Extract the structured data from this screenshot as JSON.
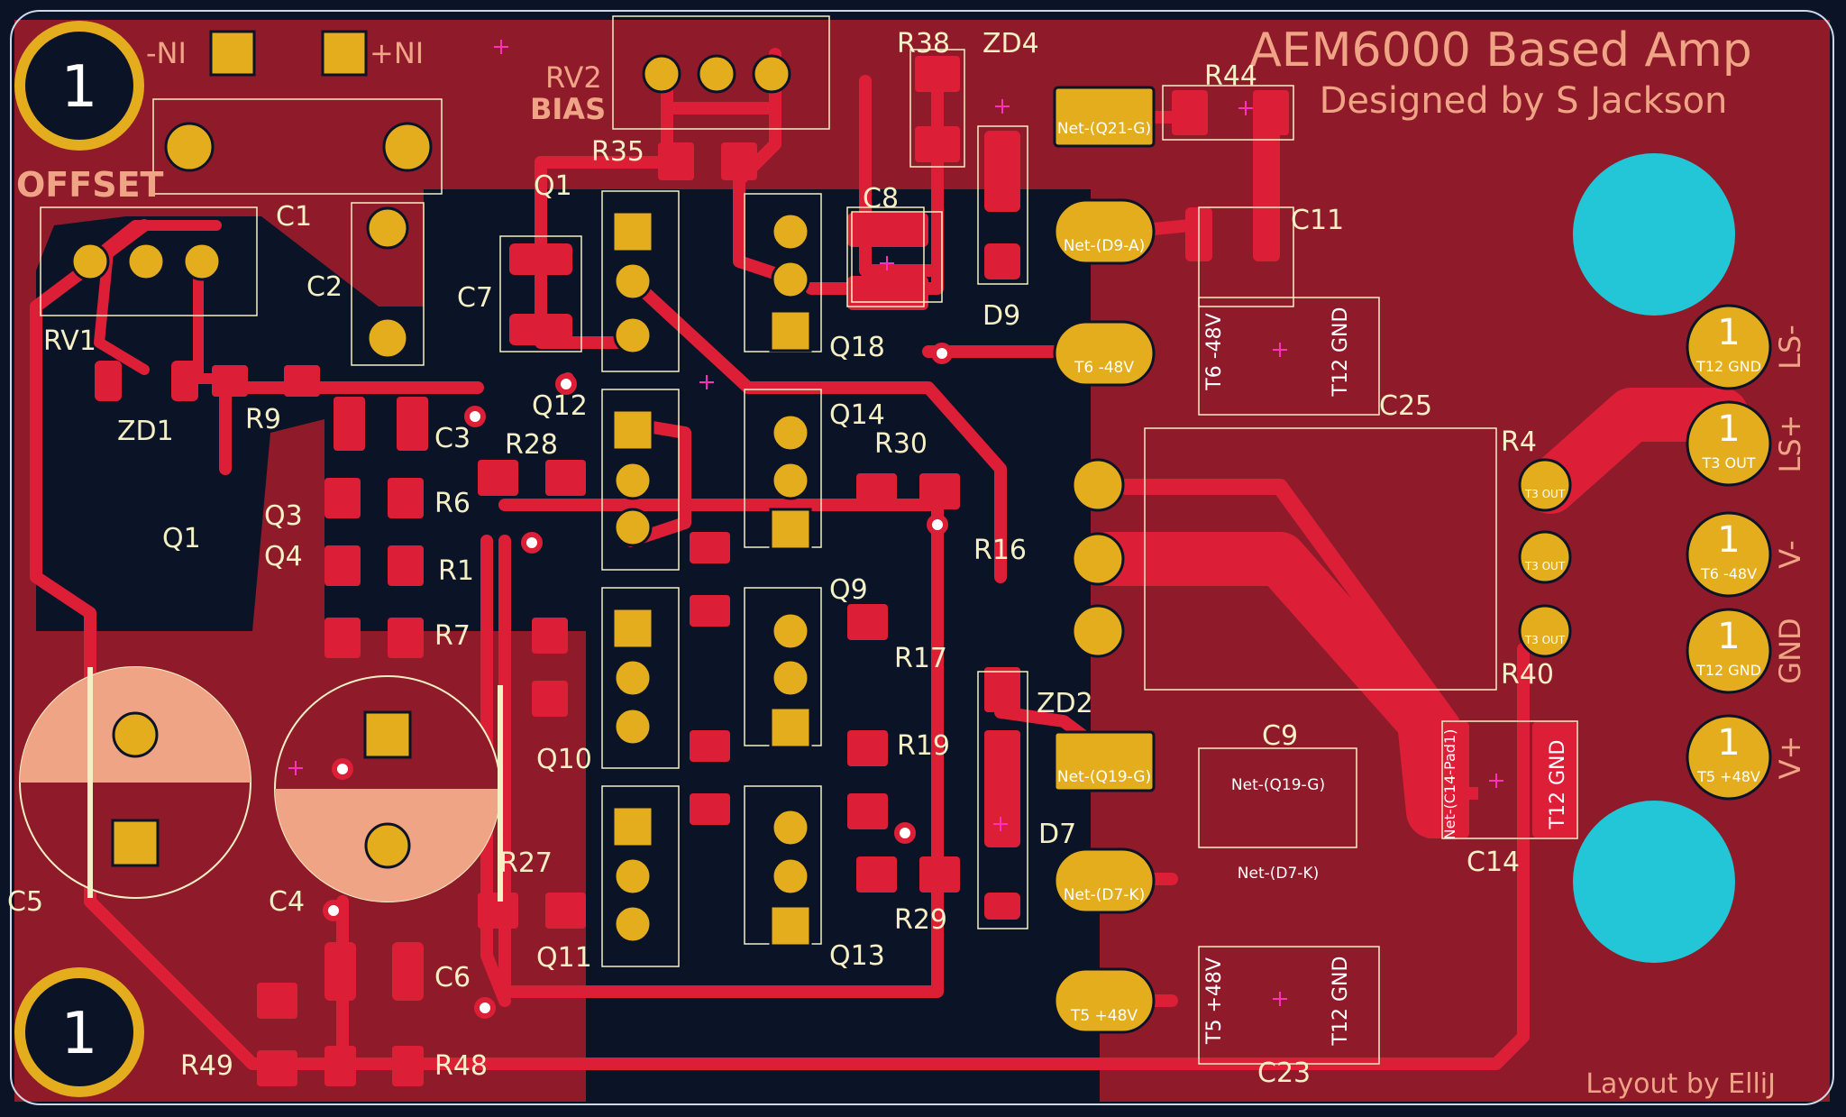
{
  "board": {
    "title_line1": "AEM6000 Based Amp",
    "title_line2": "Designed by S Jackson",
    "credit": "Layout by ElliJ"
  },
  "colors": {
    "background": "#0b1326",
    "copper_fill": "#8f1b2a",
    "trace": "#dc1f36",
    "pad_gold": "#e3ad1e",
    "silkscreen": "#f0a486",
    "courtyard": "#f4efc4",
    "mounting_hole": "#22c6d6",
    "via_marker": "#ff2fbf"
  },
  "labels": {
    "offset": "OFFSET",
    "rv2": "RV2",
    "bias": "BIAS",
    "ni_left": "-NI",
    "ni_right": "+NI",
    "fid_top": "1",
    "fid_bottom": "1"
  },
  "refdes": {
    "C1": "C1",
    "C2": "C2",
    "C3": "C3",
    "C4": "C4",
    "C5": "C5",
    "C6": "C6",
    "C7": "C7",
    "C8": "C8",
    "C9": "C9",
    "C11": "C11",
    "C14": "C14",
    "C23": "C23",
    "C25": "C25",
    "RV1": "RV1",
    "ZD1": "ZD1",
    "ZD2": "ZD2",
    "ZD4": "ZD4",
    "R1": "R1",
    "R6": "R6",
    "R7": "R7",
    "R9": "R9",
    "R16": "R16",
    "R17": "R17",
    "R19": "R19",
    "R27": "R27",
    "R28": "R28",
    "R29": "R29",
    "R30": "R30",
    "R35": "R35",
    "R38": "R38",
    "R40": "R40",
    "R44": "R44",
    "R48": "R48",
    "R49": "R49",
    "R4x": "R4",
    "Q1": "Q1",
    "Q3": "Q3",
    "Q4": "Q4",
    "Q9": "Q9",
    "Q10": "Q10",
    "Q11": "Q11",
    "Q12": "Q12",
    "Q13": "Q13",
    "Q14": "Q14",
    "Q18": "Q18",
    "D7": "D7",
    "D9": "D9"
  },
  "connectors": [
    {
      "id": "LS-",
      "pin": "1",
      "net": "T12 GND"
    },
    {
      "id": "LS+",
      "pin": "1",
      "net": "T3 OUT"
    },
    {
      "id": "V-",
      "pin": "1",
      "net": "T6 -48V"
    },
    {
      "id": "GND",
      "pin": "1",
      "net": "T12 GND"
    },
    {
      "id": "V+",
      "pin": "1",
      "net": "T5 +48V"
    }
  ],
  "pad_labels": {
    "q21g": "Net-(Q21-G)",
    "d9a": "Net-(D9-A)",
    "t6": "T6 -48V",
    "q19g": "Net-(Q19-G)",
    "d7k": "Net-(D7-K)",
    "t5": "T5 +48V",
    "t12": "T12 GND",
    "t3": "T3 OUT",
    "c14pad": "Net-(C14-Pad1)",
    "c9_1": "Net-(Q19-G)",
    "c9_2": "Net-(D7-K)"
  }
}
